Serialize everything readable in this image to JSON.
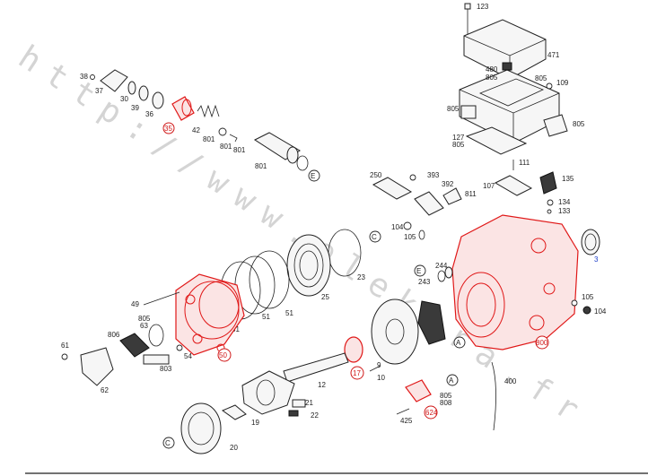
{
  "watermark": "http://www.elektra.fr",
  "callouts": {
    "c123": "123",
    "c471": "471",
    "c480": "480",
    "c805a": "805",
    "c805b": "805",
    "c109": "109",
    "c805c": "805",
    "c805d": "805",
    "c127": "127",
    "c805e": "805",
    "c111": "111",
    "c107": "107",
    "c135": "135",
    "c134": "134",
    "c133": "133",
    "c38": "38",
    "c37": "37",
    "c30": "30",
    "c39": "39",
    "c36": "36",
    "c35": "35",
    "c42": "42",
    "c801a": "801",
    "c801b": "801",
    "c801c": "801",
    "c801d": "801",
    "cE": "E",
    "c250": "250",
    "c393": "393",
    "c392": "392",
    "c811": "811",
    "c104a": "104",
    "c105a": "105",
    "c3": "3",
    "cC1": "C",
    "c23": "23",
    "c25": "25",
    "c51a": "51",
    "c51b": "51",
    "c51c": "51",
    "cE2": "E",
    "c244": "244",
    "c243": "243",
    "c49": "49",
    "c805f": "805",
    "c63": "63",
    "c806": "806",
    "c50": "50",
    "c54": "54",
    "c803": "803",
    "c61": "61",
    "c62": "62",
    "cA1": "A",
    "c17": "17",
    "c10": "10",
    "c9": "9",
    "c105b": "105",
    "c104b": "104",
    "c800": "800",
    "c12": "12",
    "cA2": "A",
    "c805g": "805",
    "c808": "808",
    "c624": "624",
    "c425": "425",
    "c400": "400",
    "c21": "21",
    "c22": "22",
    "c19": "19",
    "cC2": "C",
    "c20": "20"
  }
}
